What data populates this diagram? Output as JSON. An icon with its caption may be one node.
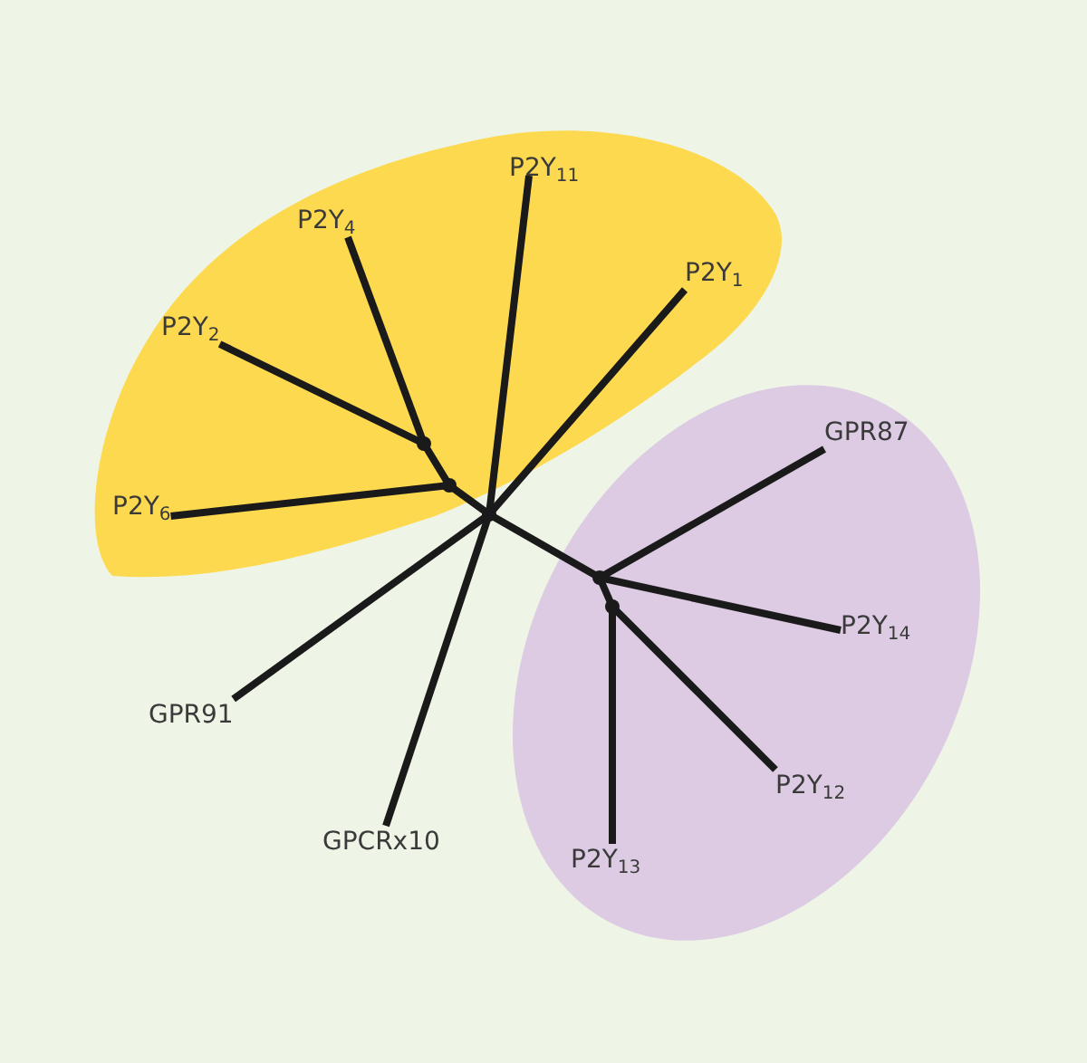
{
  "diagram": {
    "nodes": [
      {
        "text": [
          "P2Y$_{11}$"
        ]
      },
      {
        "text": [
          "P2Y$_{4}$"
        ]
      },
      {
        "text": [
          "P2Y$_{1}$"
        ]
      },
      {
        "text": [
          "P2Y$_{2}$"
        ]
      },
      {
        "text": [
          "P2Y$_{6}$"
        ]
      },
      {
        "text": [
          "GPR87"
        ]
      },
      {
        "text": [
          "P2Y$_{14}$"
        ]
      },
      {
        "text": [
          "GPR91"
        ]
      },
      {
        "text": [
          "P2Y$_{12}$"
        ]
      },
      {
        "text": [
          "GPCRx10"
        ]
      },
      {
        "text": [
          "P2Y$_{13}$"
        ]
      },
      {
        "text": [],
        "shape": "point"
      },
      {
        "text": [],
        "shape": "point"
      },
      {
        "text": [],
        "shape": "point"
      },
      {
        "text": [],
        "shape": "point"
      },
      {
        "text": [],
        "shape": "point"
      }
    ],
    "edges": [
      {
        "from": 13,
        "to": 0,
        "arrow": "none"
      },
      {
        "from": 13,
        "to": 2,
        "arrow": "none"
      },
      {
        "from": 13,
        "to": 12,
        "arrow": "none"
      },
      {
        "from": 12,
        "to": 4,
        "arrow": "none"
      },
      {
        "from": 12,
        "to": 11,
        "arrow": "none"
      },
      {
        "from": 11,
        "to": 3,
        "arrow": "none"
      },
      {
        "from": 11,
        "to": 1,
        "arrow": "none"
      },
      {
        "from": 13,
        "to": 7,
        "arrow": "none"
      },
      {
        "from": 13,
        "to": 9,
        "arrow": "none"
      },
      {
        "from": 13,
        "to": 14,
        "arrow": "none"
      },
      {
        "from": 14,
        "to": 5,
        "arrow": "none"
      },
      {
        "from": 14,
        "to": 6,
        "arrow": "none"
      },
      {
        "from": 14,
        "to": 15,
        "arrow": "none"
      },
      {
        "from": 15,
        "to": 8,
        "arrow": "none"
      },
      {
        "from": 15,
        "to": 10,
        "arrow": "none"
      }
    ]
  }
}
